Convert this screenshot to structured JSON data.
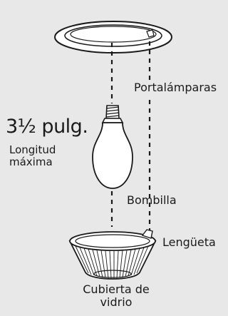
{
  "labels": {
    "socket": "Portalámparas",
    "size": "3½ pulg.",
    "max_length": "Longitud\nmáxima",
    "bulb": "Bombilla",
    "tab": "Lengüeta",
    "glass_cover": "Cubierta de\nvidrio"
  },
  "colors": {
    "background": "#e8e8e8",
    "line": "#1a1a1a",
    "fill": "#ffffff"
  }
}
